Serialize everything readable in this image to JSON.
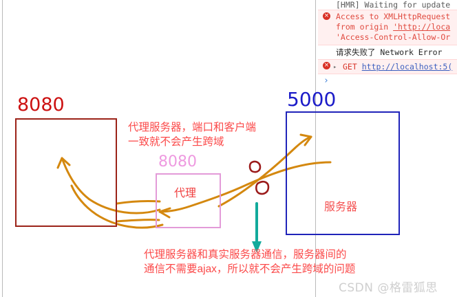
{
  "diagram": {
    "client_box": {
      "port_label": "8080",
      "border_color": "#9b2218"
    },
    "proxy_box": {
      "port_label": "8080",
      "title": "代理",
      "border_color": "#e39ad8",
      "label_color": "#ee9ae0"
    },
    "server_box": {
      "port_label": "5000",
      "title": "服务器",
      "border_color": "#1f23b9",
      "label_color": "#1b1bc8"
    },
    "annotations": {
      "top_line_1": "代理服务器，端口和客户端",
      "top_line_2": "一致就不会产生跨域",
      "bottom_line_1": "代理服务器和真实服务器通信，服务器间的",
      "bottom_line_2": "通信不需要ajax，所以就不会产生跨域的问题",
      "text_color": "#fb4a4a"
    },
    "arrow_color": "#d4880f",
    "marker_color": "#9b1b1b",
    "down_arrow_color": "#12aa9b"
  },
  "console": {
    "rows": [
      {
        "type": "hmr",
        "text": "[HMR] Waiting for update"
      },
      {
        "type": "error-block",
        "line_1_prefix": "Access to XMLHttpRequest",
        "line_2_prefix": "from origin ",
        "line_2_url": "'http://loca",
        "line_3": "'Access-Control-Allow-Or"
      },
      {
        "type": "plain",
        "text": "请求失败了 Network Error"
      },
      {
        "type": "error-single",
        "disclosure": "▸",
        "method": "GET",
        "url": "http://localhost:5(",
        "separator": " "
      },
      {
        "type": "prompt",
        "text": "›"
      }
    ]
  },
  "watermark": {
    "text": "CSDN @格雷狐思",
    "color": "#cfcfcf"
  }
}
